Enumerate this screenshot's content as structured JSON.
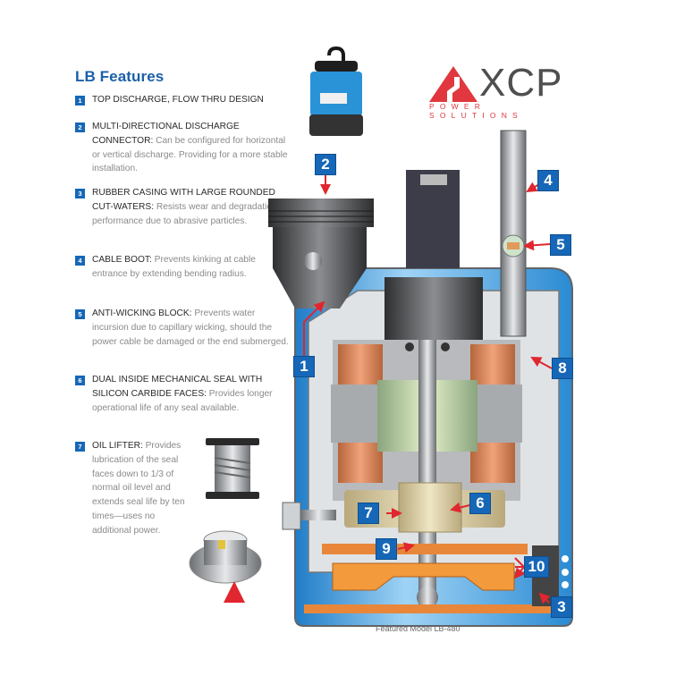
{
  "title": "LB Features",
  "features": [
    {
      "num": "1",
      "head": "TOP DISCHARGE, FLOW THRU DESIGN",
      "body": ""
    },
    {
      "num": "2",
      "head": "MULTI-DIRECTIONAL DISCHARGE CONNECTOR:",
      "body": " Can be configured for horizontal or vertical discharge. Providing for a more stable installation."
    },
    {
      "num": "3",
      "head": "RUBBER CASING WITH LARGE ROUNDED CUT-WATERS:",
      "body": " Resists wear and degradation of performance due to abrasive particles."
    },
    {
      "num": "4",
      "head": "CABLE BOOT:",
      "body": " Prevents kinking at cable entrance by extending bending radius."
    },
    {
      "num": "5",
      "head": "ANTI-WICKING BLOCK:",
      "body": " Prevents water incursion due to capillary wicking, should the power cable be damaged or the end submerged."
    },
    {
      "num": "6",
      "head": "DUAL INSIDE MECHANICAL SEAL WITH SILICON CARBIDE FACES:",
      "body": " Provides longer operational life of any seal available."
    },
    {
      "num": "7",
      "head": "OIL LIFTER:",
      "body": " Provides lubrication of the seal faces down to 1/3 of normal oil level and extends seal life by ten times—uses no additional power."
    }
  ],
  "logo": {
    "brand": "XCP",
    "tagline": "POWER SOLUTIONS",
    "colors": {
      "mark": "#e0383e",
      "word": "#4f4f51"
    }
  },
  "callouts": [
    "1",
    "2",
    "3",
    "4",
    "5",
    "6",
    "7",
    "8",
    "9",
    "10"
  ],
  "caption": "Featured Model LB-480",
  "colors": {
    "accent": "#1667b7",
    "title": "#1b5fa8",
    "arrow": "#e0262e",
    "casing": "#3a9fe0"
  }
}
